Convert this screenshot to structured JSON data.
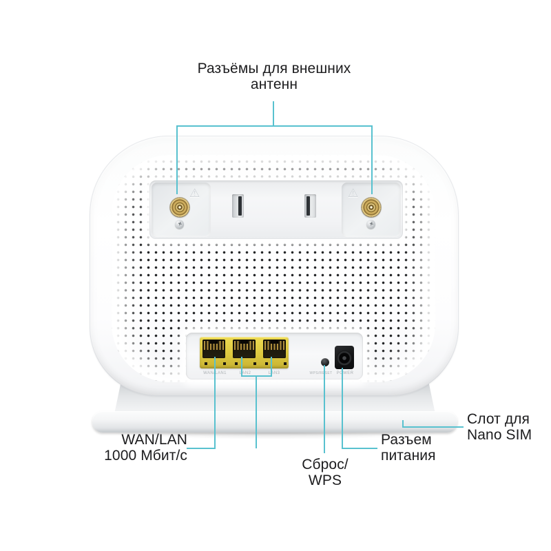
{
  "callouts": {
    "antennas": "Разъёмы для внешних\nантенн",
    "wan_lan": "WAN/LAN\n1000 Мбит/с",
    "reset_wps": "Сброс/\nWPS",
    "power": "Разъем\nпитания",
    "nano_sim": "Слот для\nNano SIM"
  },
  "device": {
    "view": "router rear panel on stand",
    "engraved_port_labels": {
      "port1": "WAN/LAN1",
      "port2": "LAN2",
      "port3": "LAN3",
      "reset": "WPS/RESET",
      "power": "POWER"
    },
    "warning_icon": "⚠",
    "screw_icon": "+"
  },
  "colors": {
    "callout_line": "#58c1cf",
    "label_text": "#1c1c1e",
    "ethernet_yellow": "#ddc83f",
    "antenna_brass": "#c7a654"
  }
}
